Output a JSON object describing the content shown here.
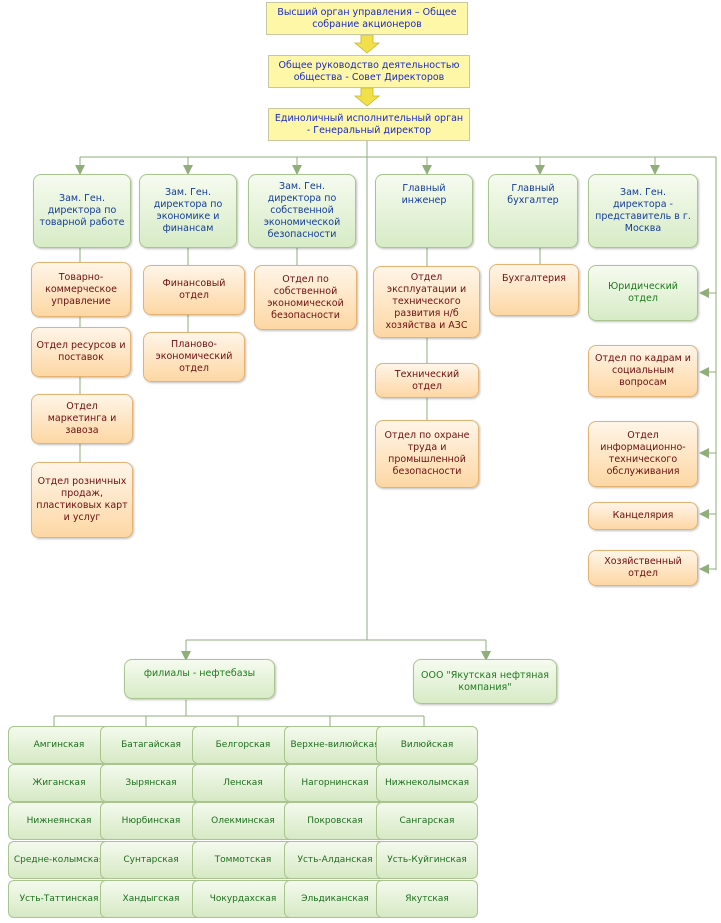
{
  "top": {
    "shareholders": "Высший орган управления – Общее собрание акционеров",
    "board": "Общее руководство деятельностью общества - Совет Директоров",
    "ceo": "Единоличный исполнительный орган - Генеральный директор"
  },
  "deputies": {
    "commercial": "Зам. Ген. директора по товарной работе",
    "economics": "Зам. Ген. директора по экономике и финансам",
    "security": "Зам. Ген. директора по собственной экономической безопасности",
    "engineer": "Главный инженер",
    "accountant": "Главный бухгалтер",
    "moscow": "Зам. Ген. директора - представитель в г. Москва"
  },
  "departments": {
    "trade": "Товарно-коммерческое управление",
    "resources": "Отдел ресурсов и поставок",
    "marketing": "Отдел маркетинга и завоза",
    "retail": "Отдел розничных продаж, пластиковых карт и услуг",
    "finance": "Финансовый отдел",
    "planning": "Планово-экономический отдел",
    "security_dept": "Отдел по собственной экономической безопасности",
    "exploitation": "Отдел эксплуатации и технического развития н/б хозяйства и АЗС",
    "technical": "Технический отдел",
    "safety": "Отдел по охране труда и промышленной безопасности",
    "accounting": "Бухгалтерия",
    "legal": "Юридический отдел",
    "hr": "Отдел по кадрам и социальным вопросам",
    "it": "Отдел информационно-технического обслуживания",
    "office": "Канцелярия",
    "household": "Хозяйственный отдел"
  },
  "subsidiaries": {
    "branches": "филиалы - нефтебазы",
    "company": "ООО \"Якутская нефтяная компания\""
  },
  "branch_list": [
    [
      "Амгинская",
      "Батагайская",
      "Белгорская",
      "Верхне-вилюйская",
      "Вилюйская"
    ],
    [
      "Жиганская",
      "Зырянская",
      "Ленская",
      "Нагорнинская",
      "Нижнеколымская"
    ],
    [
      "Нижнеянская",
      "Нюрбинская",
      "Олекминская",
      "Покровская",
      "Сангарская"
    ],
    [
      "Средне-колымская",
      "Сунтарская",
      "Томмотская",
      "Усть-Алданская",
      "Усть-Куйгинская"
    ],
    [
      "Усть-Таттинская",
      "Хандыгская",
      "Чокурдахская",
      "Эльдиканская",
      "Якутская"
    ]
  ],
  "colors": {
    "line": "#8fae7a",
    "arrow_yellow": "#f2e04a",
    "top_fill": "#fff7a8",
    "green_text": "#143d94",
    "orange_text": "#6b1010"
  }
}
